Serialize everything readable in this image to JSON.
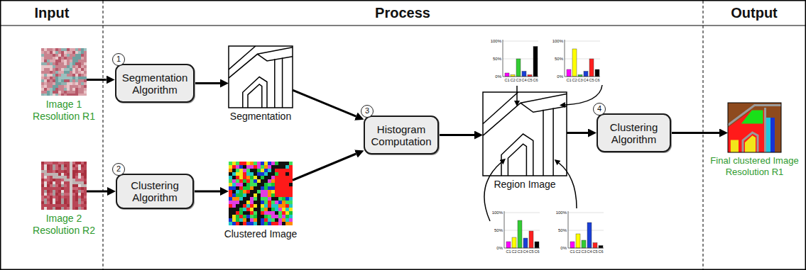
{
  "diagram": {
    "nodes": [
      {
        "text": [
          "Image 1 Resolution R1"
        ]
      },
      {
        "text": [
          "Image 2 Resolution R2"
        ]
      },
      {
        "text": [
          "Segmentation Algorithm"
        ]
      },
      {
        "text": [
          "Clustering Algorithm"
        ]
      },
      {
        "text": [
          "Segmentation"
        ]
      },
      {
        "text": [
          "Clustered Image"
        ]
      },
      {
        "text": [
          "Histogram Computation"
        ]
      },
      {
        "text": [
          "Region Image"
        ]
      },
      {
        "text": [
          "Clustering Algorithm"
        ]
      },
      {
        "text": [
          "Final clustered Image Resolution R1"
        ]
      }
    ],
    "edges": [
      {
        "from": 0,
        "to": 2,
        "arrow": "to"
      },
      {
        "from": 1,
        "to": 3,
        "arrow": "to"
      },
      {
        "from": 2,
        "to": 4,
        "arrow": "to"
      },
      {
        "from": 3,
        "to": 5,
        "arrow": "to"
      },
      {
        "from": 4,
        "to": 6,
        "arrow": "to"
      },
      {
        "from": 5,
        "to": 6,
        "arrow": "to"
      },
      {
        "from": 6,
        "to": 7,
        "arrow": "to"
      },
      {
        "from": 7,
        "to": 8,
        "arrow": "to"
      },
      {
        "from": 8,
        "to": 9,
        "arrow": "to"
      }
    ],
    "labels": [
      "Input",
      "Process",
      "Output",
      "1",
      "2",
      "3",
      "4",
      "100%",
      "50%",
      "0%",
      "C1",
      "C2",
      "C3",
      "C4",
      "C5",
      "C6",
      "100%",
      "50%",
      "0%",
      "C1",
      "C2",
      "C3",
      "C4",
      "C5",
      "C6",
      "100%",
      "50%",
      "0%",
      "C1",
      "C2",
      "C3",
      "C4",
      "C5",
      "C6",
      "100%",
      "50%",
      "0%",
      "C1",
      "C2",
      "C3",
      "C4",
      "C5",
      "C6"
    ]
  }
}
